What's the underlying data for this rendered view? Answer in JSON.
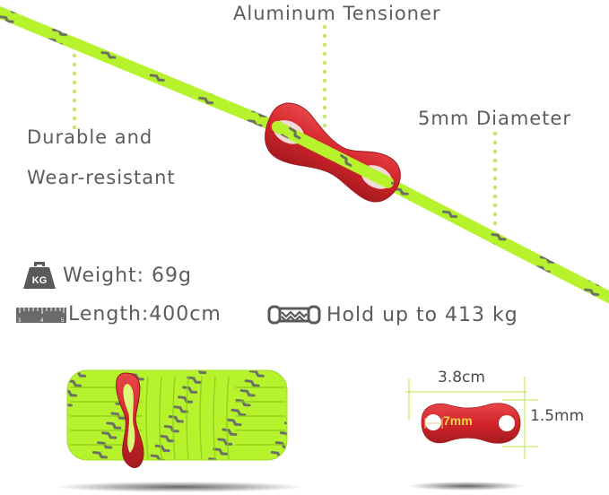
{
  "callouts": {
    "tensioner": "Aluminum Tensioner",
    "diameter": "5mm Diameter",
    "durable_line1": "Durable and",
    "durable_line2": "Wear-resistant"
  },
  "specs": {
    "weight": {
      "icon": "kg-weight-icon",
      "icon_text": "KG",
      "text": "Weight: 69g"
    },
    "length": {
      "icon": "ruler-icon",
      "ruler_marks": [
        "3",
        "4",
        "5"
      ],
      "text": "Length:400cm"
    },
    "hold": {
      "icon": "tension-link-icon",
      "text": "Hold up to 413 kg"
    }
  },
  "dimensions": {
    "width": "3.8cm",
    "thickness": "1.5mm",
    "hole": "7mm"
  },
  "colors": {
    "rope": "#b6f32c",
    "rope_pattern": "#6b6f66",
    "tensioner": "#d7252a",
    "leader_dots": "#c9e66e",
    "dimension_lines": "#c8ea6a",
    "text": "#5c5c5c"
  }
}
